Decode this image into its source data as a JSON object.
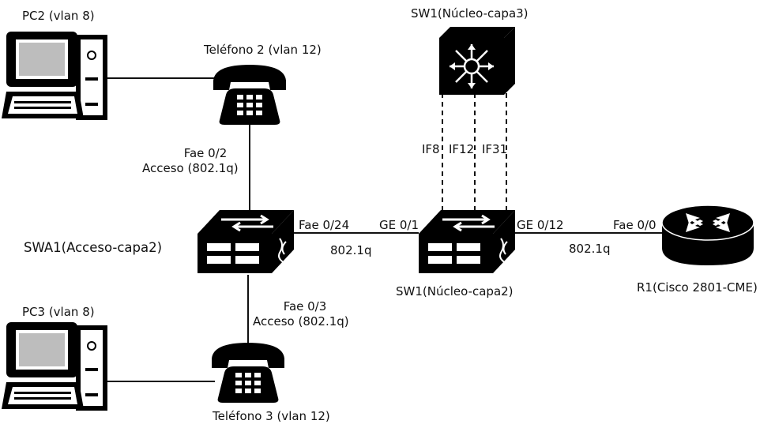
{
  "nodes": {
    "pc2": {
      "label": "PC2 (vlan 8)"
    },
    "pc3": {
      "label": "PC3 (vlan 8)"
    },
    "phone2": {
      "label": "Teléfono 2 (vlan 12)"
    },
    "phone3": {
      "label": "Teléfono 3 (vlan 12)"
    },
    "swa1": {
      "label": "SWA1(Acceso-capa2)"
    },
    "sw1_l2": {
      "label": "SW1(Núcleo-capa2)"
    },
    "sw1_l3": {
      "label": "SW1(Núcleo-capa3)"
    },
    "r1": {
      "label": "R1(Cisco 2801-CME)"
    }
  },
  "links": {
    "swa1_phone2": {
      "port": "Fae 0/2",
      "mode": "Acceso (802.1q)"
    },
    "swa1_phone3": {
      "port": "Fae 0/3",
      "mode": "Acceso (802.1q)"
    },
    "swa1_sw1": {
      "port_a": "Fae 0/24",
      "port_b": "GE 0/1",
      "encap": "802.1q"
    },
    "sw1_r1": {
      "port_a": "GE 0/12",
      "port_b": "Fae 0/0",
      "encap": "802.1q"
    },
    "sw1_l3_if": [
      "IF8",
      "IF12",
      "IF31"
    ]
  },
  "colors": {
    "device": "#000000",
    "line": "#111111",
    "background": "#ffffff"
  }
}
